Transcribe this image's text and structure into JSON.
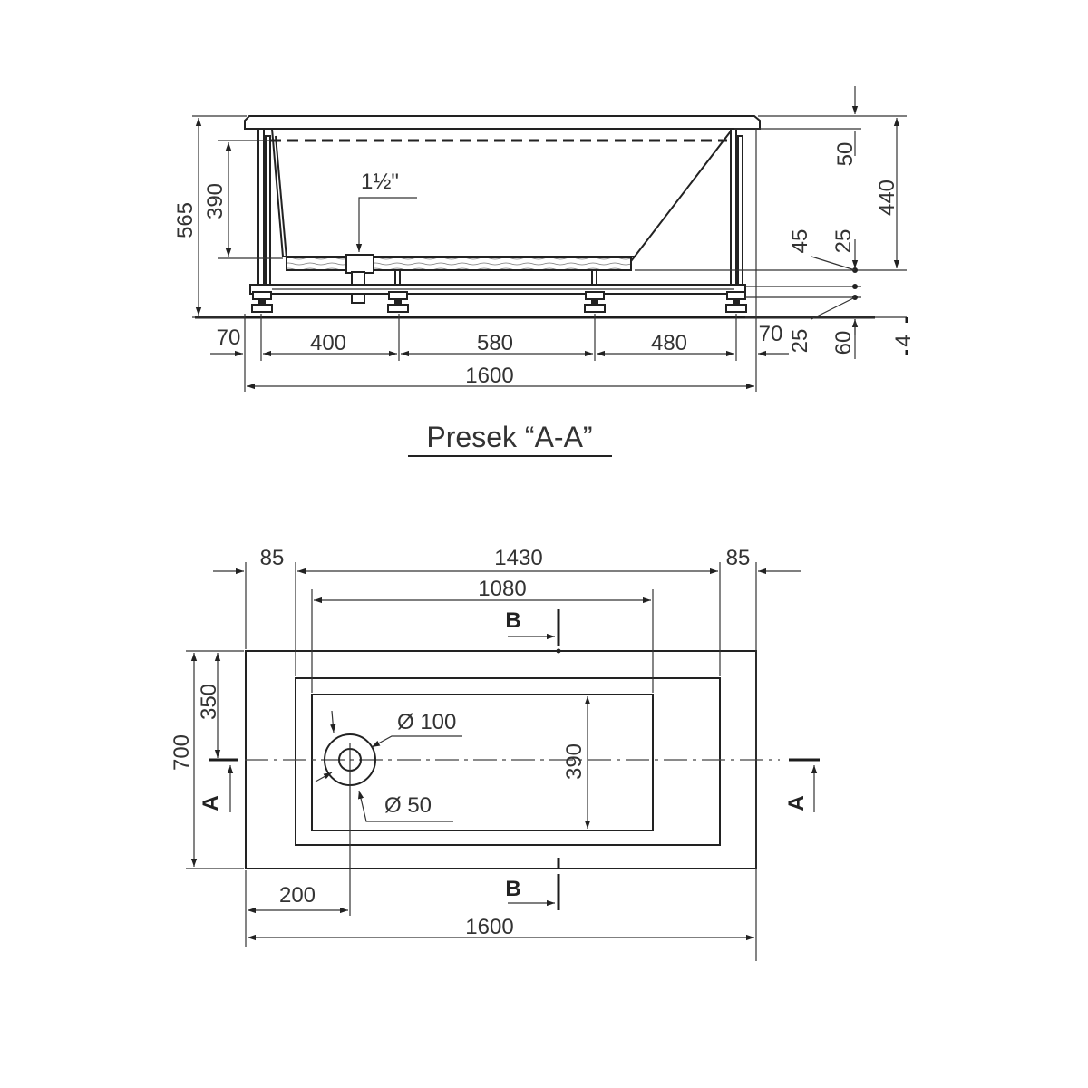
{
  "section": {
    "title": "Presek “A-A”",
    "drain_size": "1½\"",
    "dims": {
      "d565": "565",
      "d390": "390",
      "d50": "50",
      "d440": "440",
      "d45": "45",
      "d25a": "25",
      "d70l": "70",
      "d400": "400",
      "d580": "580",
      "d480": "480",
      "d70r": "70",
      "d25b": "25",
      "d60": "60",
      "d4": "4",
      "d1600": "1600"
    }
  },
  "plan": {
    "dims": {
      "d85l": "85",
      "d1430": "1430",
      "d85r": "85",
      "d1080": "1080",
      "d350": "350",
      "d700": "700",
      "d390": "390",
      "dia100": "Ø 100",
      "dia50": "Ø 50",
      "d200": "200",
      "d1600": "1600"
    },
    "cuts": {
      "b": "B",
      "a": "A"
    }
  },
  "colors": {
    "line": "#222222",
    "text": "#333333",
    "background": "#ffffff"
  }
}
